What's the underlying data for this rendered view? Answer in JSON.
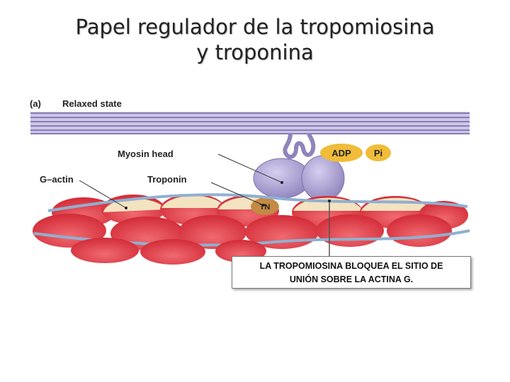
{
  "slide": {
    "title_line1": "Papel regulador de la tropomiosina",
    "title_line2": "y troponina"
  },
  "diagram": {
    "panel_label": "(a)",
    "state_label": "Relaxed state",
    "labels": {
      "myosin_head": "Myosin head",
      "g_actin": "G–actin",
      "troponin": "Troponin",
      "tn": "TN",
      "adp": "ADP",
      "pi": "Pi"
    }
  },
  "callout": {
    "line1": "LA TROPOMIOSINA BLOQUEA EL SITIO DE",
    "line2": "UNIÓN SOBRE LA ACTINA G."
  },
  "colors": {
    "thick_filament": "#9b8fc0",
    "myosin_head": "#a79dcc",
    "actin_red": "#e23c46",
    "actin_cream": "#f3e3c1",
    "tropomyosin": "#8fb0d0",
    "troponin": "#c58a45",
    "adp": "#f0bc3a"
  }
}
